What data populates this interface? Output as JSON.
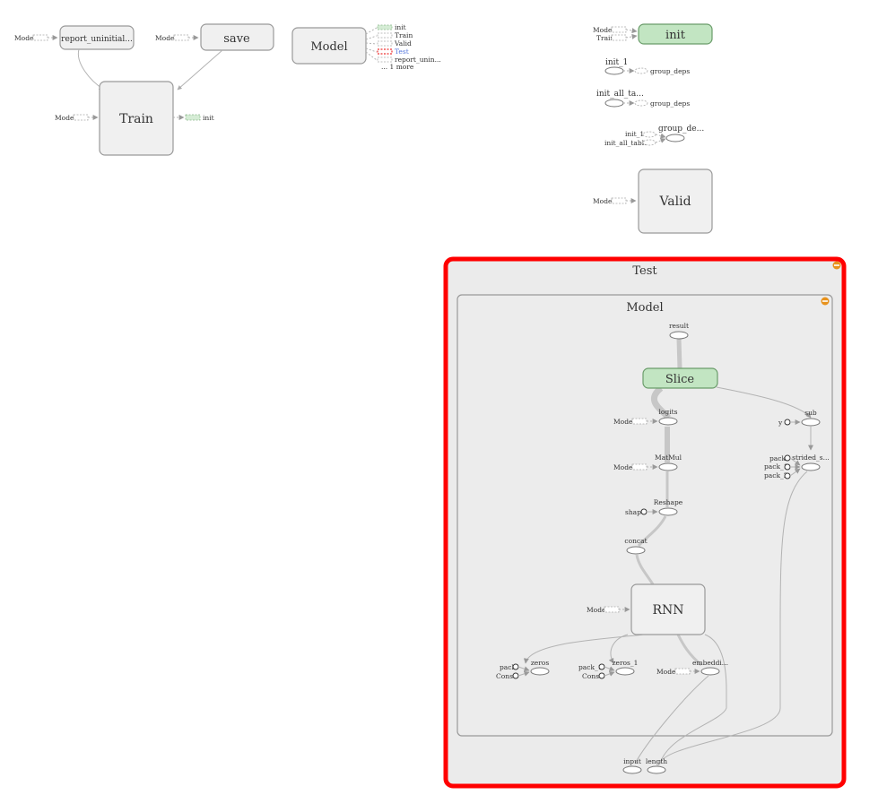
{
  "nodes": {
    "report_uninitialized": "report_uninitial...",
    "save": "save",
    "model": "Model",
    "train": "Train",
    "init": "init",
    "init_1": "init_1",
    "init_all_tables": "init_all_ta...",
    "group_deps_a": "group_deps",
    "group_deps_b": "group_deps",
    "group_deps_c": "group_de...",
    "init_1_ref": "init_1",
    "init_all_tabl_ref": "init_all_tabl...",
    "valid": "Valid",
    "test": "Test",
    "test_model": "Model",
    "result": "result",
    "slice": "Slice",
    "logits": "logits",
    "matmul": "MatMul",
    "reshape": "Reshape",
    "concat": "concat",
    "rnn": "RNN",
    "zeros": "zeros",
    "zeros_1": "zeros_1",
    "embedding": "embeddi...",
    "sub": "sub",
    "strided_slice": "strided_s...",
    "input": "input",
    "length": "length",
    "shape": "shape",
    "pack": "pack",
    "pack_1": "pack_1",
    "pack_2": "pack_2",
    "const": "Const",
    "y": "y"
  },
  "refs": {
    "model": "Model",
    "train": "Train",
    "init": "init"
  },
  "model_outputs": [
    "init",
    "Train",
    "Valid",
    "Test",
    "report_unin...",
    "... 1 more"
  ],
  "colors": {
    "focus_border": "#ff0000",
    "function_node": "#c2e5c2",
    "collapse_button": "#e7921d"
  }
}
